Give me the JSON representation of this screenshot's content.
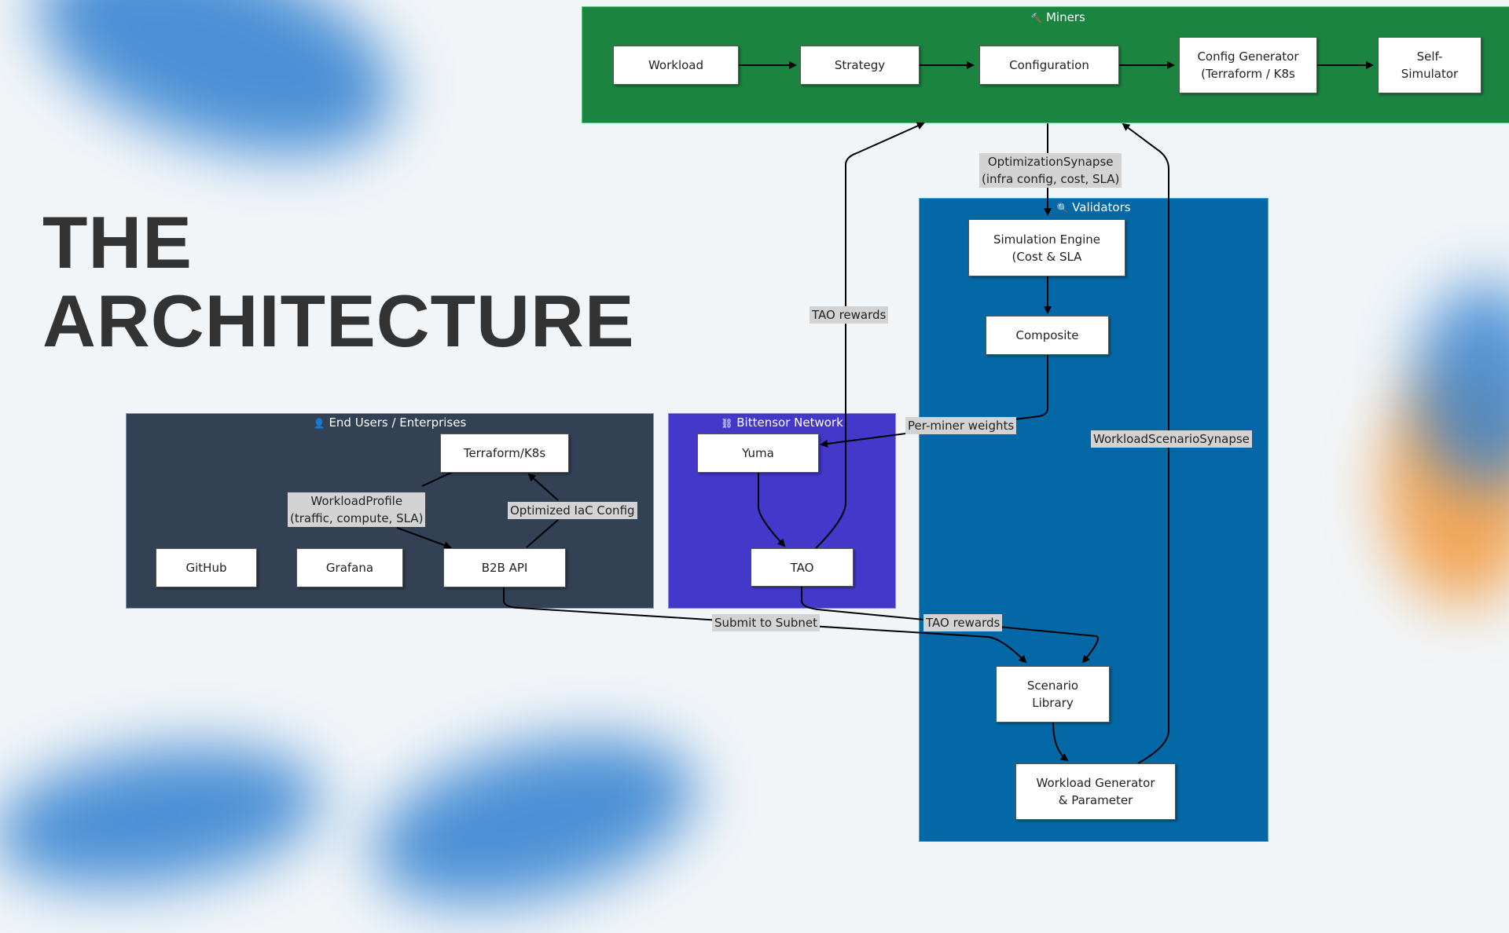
{
  "title": {
    "line1": "THE",
    "line2": "ARCHITECTURE"
  },
  "colors": {
    "background": "#f1f5f8",
    "miners": "#1b8440",
    "validators": "#0468a6",
    "bittensor": "#4338ca",
    "end_users": "#334155",
    "label_bg": "#d3d3d3",
    "blob_blue": "#2f7fd0",
    "blob_orange": "#f29a3e"
  },
  "regions": {
    "miners": {
      "icon": "🔨",
      "label": "Miners"
    },
    "validators": {
      "icon": "🔍",
      "label": "Validators"
    },
    "bittensor": {
      "icon": "⛓",
      "label": "Bittensor Network"
    },
    "end_users": {
      "icon": "👤",
      "label": "End Users / Enterprises"
    }
  },
  "nodes": {
    "workload": "Workload",
    "strategy": "Strategy",
    "configuration": "Configuration",
    "config_generator": "Config Generator\n(Terraform / K8s",
    "self_simulator": "Self-\nSimulator",
    "simulation_engine": "Simulation Engine\n(Cost & SLA",
    "composite": "Composite",
    "scenario_library": "Scenario\nLibrary",
    "workload_generator": "Workload Generator\n& Parameter",
    "yuma": "Yuma",
    "tao": "TAO",
    "terraform_k8s": "Terraform/K8s",
    "github": "GitHub",
    "grafana": "Grafana",
    "b2b_api": "B2B API"
  },
  "edge_labels": {
    "optimization_synapse": "OptimizationSynapse\n(infra config, cost, SLA)",
    "tao_rewards_up": "TAO rewards",
    "per_miner_weights": "Per-miner weights",
    "workload_scenario_synapse": "WorkloadScenarioSynapse",
    "workload_profile": "WorkloadProfile\n(traffic, compute, SLA)",
    "optimized_iac": "Optimized IaC Config",
    "submit_to_subnet": "Submit to Subnet",
    "tao_rewards_down": "TAO rewards"
  }
}
